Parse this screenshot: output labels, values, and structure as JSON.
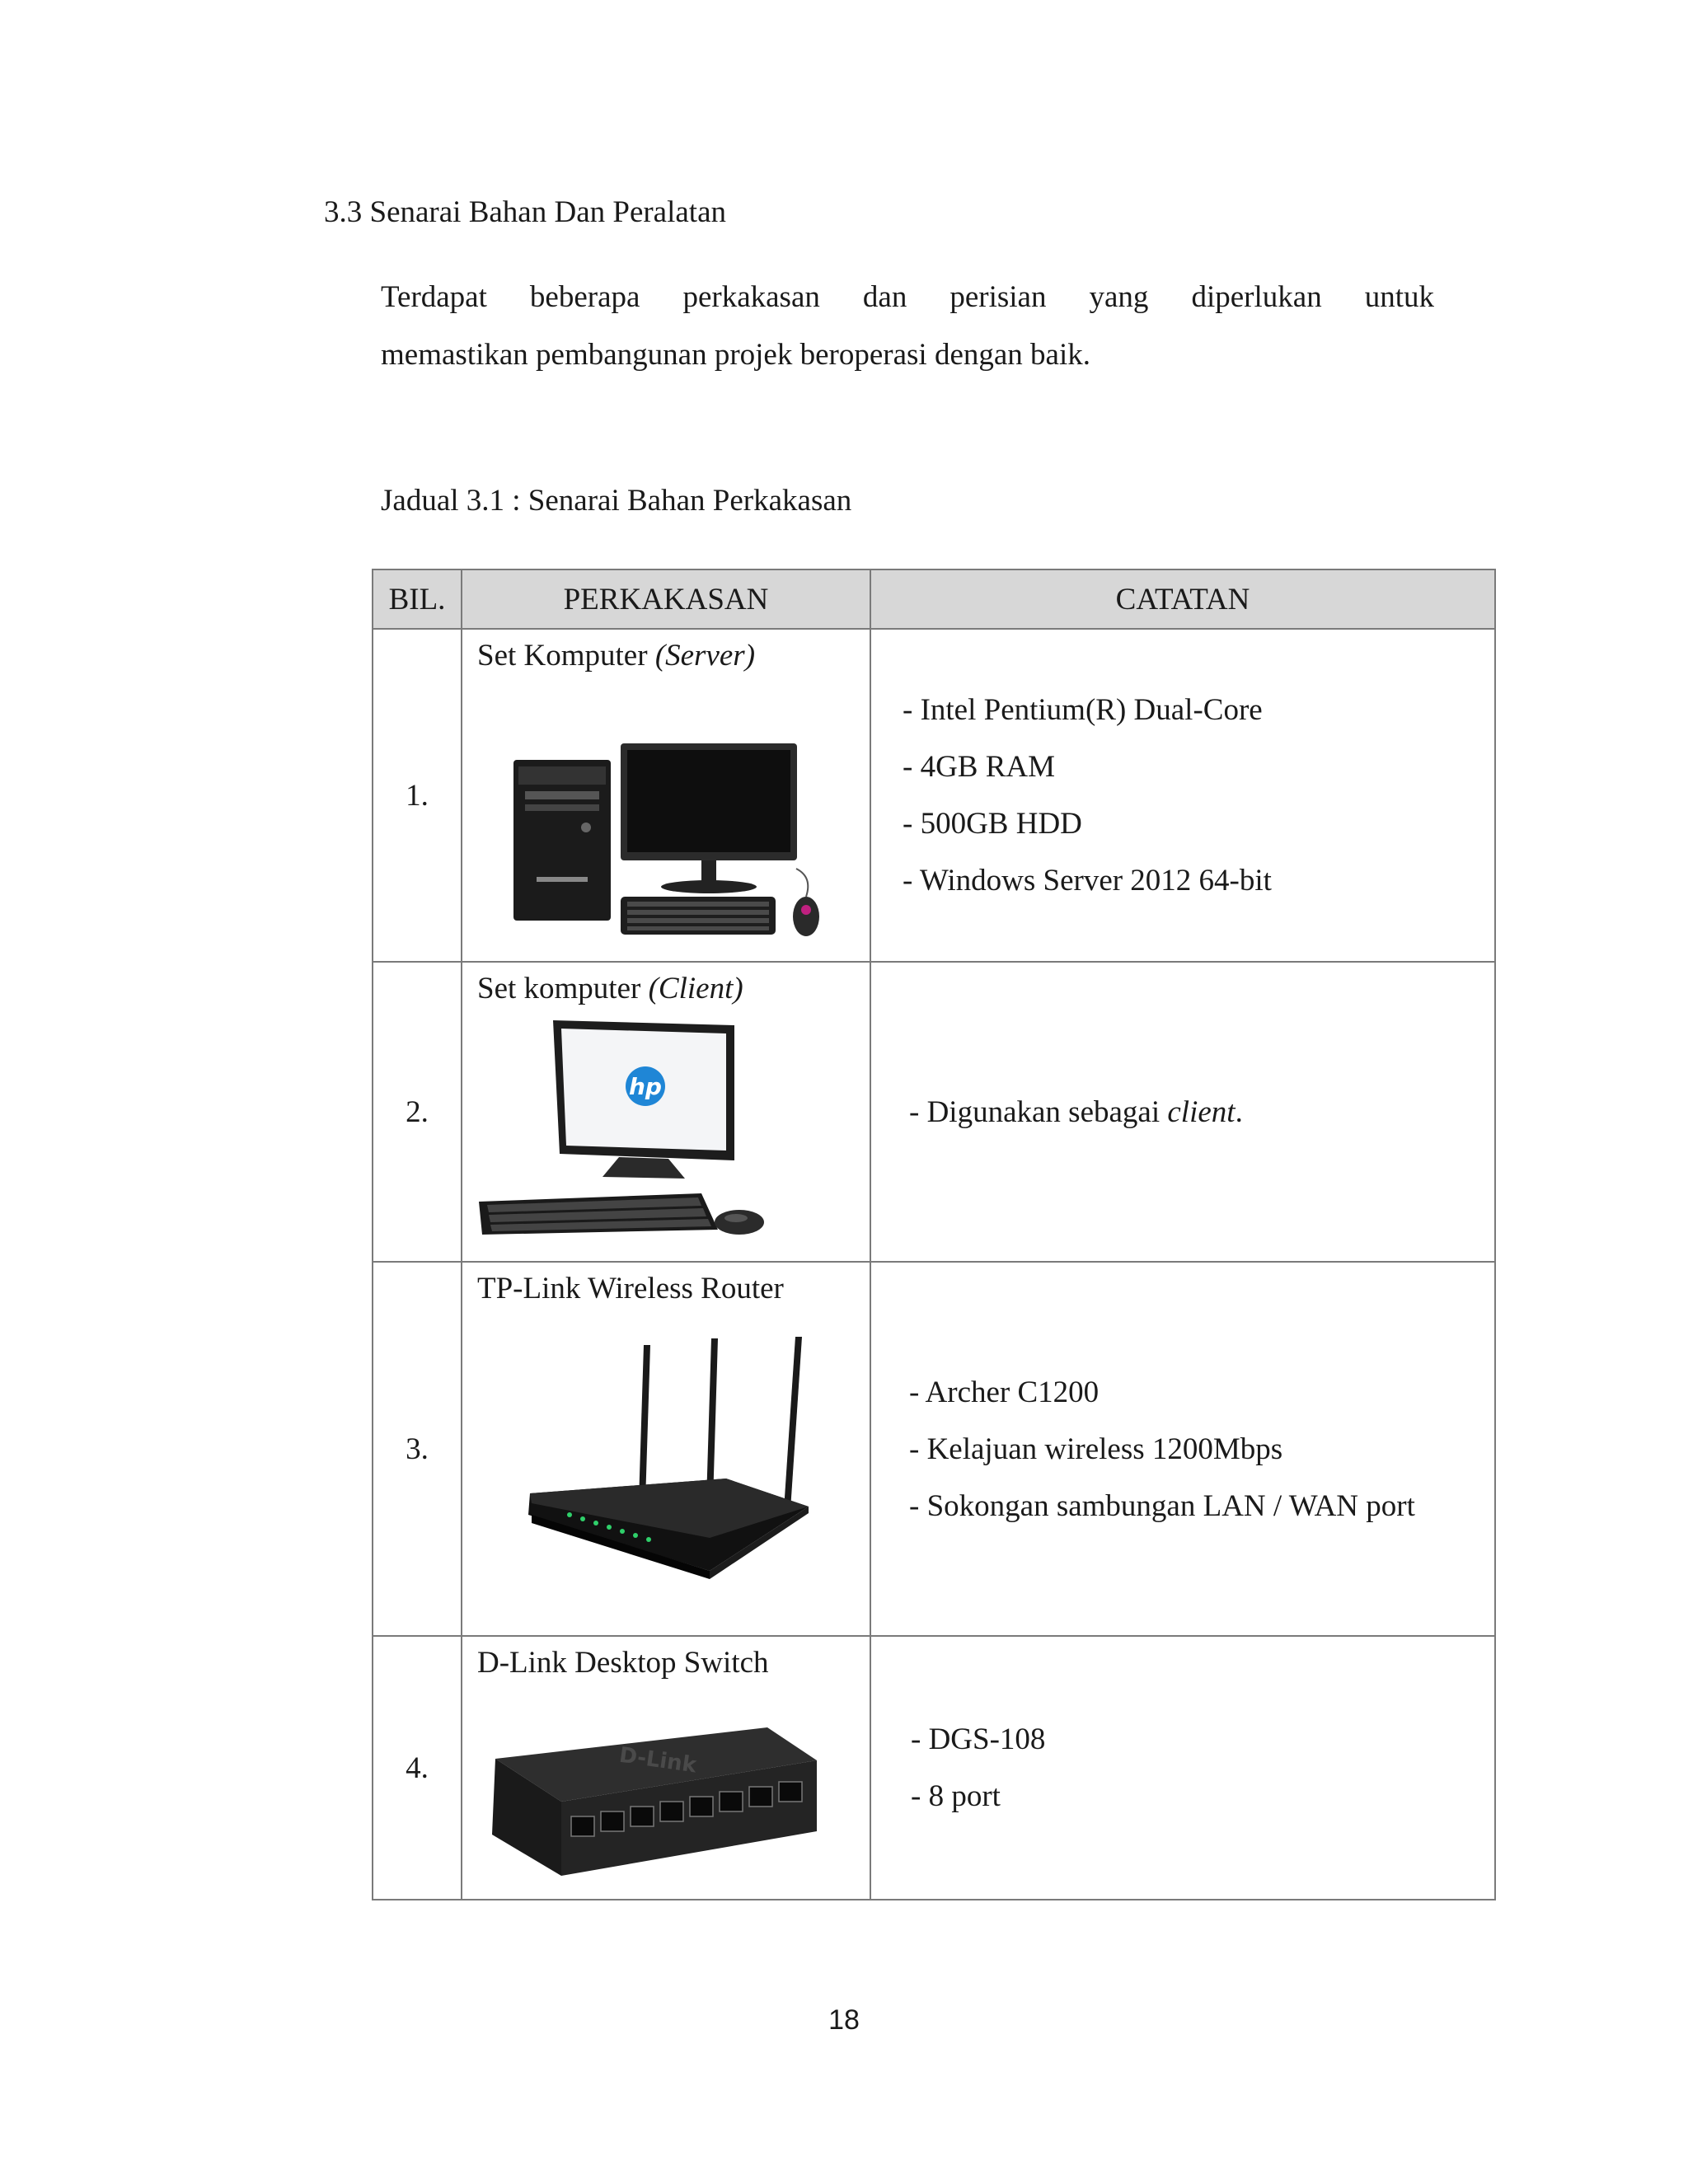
{
  "heading": "3.3 Senarai Bahan Dan Peralatan",
  "paragraph": {
    "line1": "Terdapat beberapa perkakasan dan perisian yang diperlukan untuk",
    "line2": "memastikan pembangunan projek beroperasi dengan baik."
  },
  "caption": "Jadual 3.1 : Senarai Bahan Perkakasan",
  "table": {
    "headers": [
      "BIL.",
      "PERKAKASAN",
      "CATATAN"
    ],
    "rows": [
      {
        "bil": "1.",
        "title": "Set Komputer",
        "title_italic": "(Server)",
        "image_icon": "desktop-server-computer-icon",
        "notes": [
          "- Intel Pentium(R) Dual-Core",
          "- 4GB RAM",
          "- 500GB HDD",
          "- Windows Server 2012 64-bit"
        ]
      },
      {
        "bil": "2.",
        "title": "Set komputer",
        "title_italic": "(Client)",
        "image_icon": "hp-client-computer-icon",
        "logo_text": "hp",
        "note_prefix": "- Digunakan sebagai ",
        "note_italic": "client",
        "note_suffix": "."
      },
      {
        "bil": "3.",
        "title": "TP-Link Wireless Router",
        "image_icon": "wireless-router-icon",
        "notes": [
          "- Archer C1200",
          "- Kelajuan wireless 1200Mbps",
          "- Sokongan sambungan LAN / WAN port"
        ]
      },
      {
        "bil": "4.",
        "title": "D-Link Desktop Switch",
        "image_icon": "network-switch-icon",
        "logo_text": "D-Link",
        "notes": [
          "- DGS-108",
          "- 8 port"
        ]
      }
    ]
  },
  "page_number": "18"
}
